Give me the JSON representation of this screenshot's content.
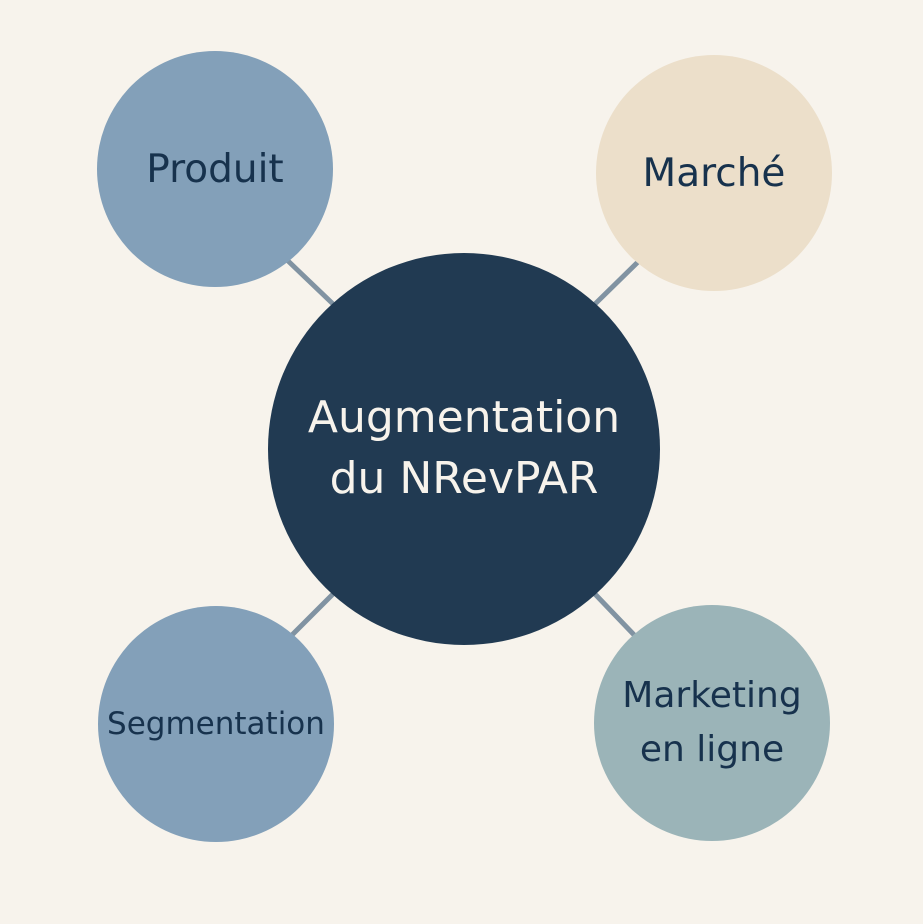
{
  "diagram": {
    "center": {
      "line1": "Augmentation",
      "line2": "du NRevPAR",
      "fill": "#213a52",
      "text_color": "#f7f3ec"
    },
    "nodes": [
      {
        "label": "Produit",
        "fill": "#83a0b9"
      },
      {
        "label": "Marché",
        "fill": "#ecdfca"
      },
      {
        "label": "Segmentation",
        "fill": "#83a0b9"
      },
      {
        "line1": "Marketing",
        "line2": "en ligne",
        "fill": "#9bb4b8"
      }
    ],
    "connector_color": "#8193a2",
    "background": "#f7f3ec",
    "text_color": "#17324d"
  }
}
